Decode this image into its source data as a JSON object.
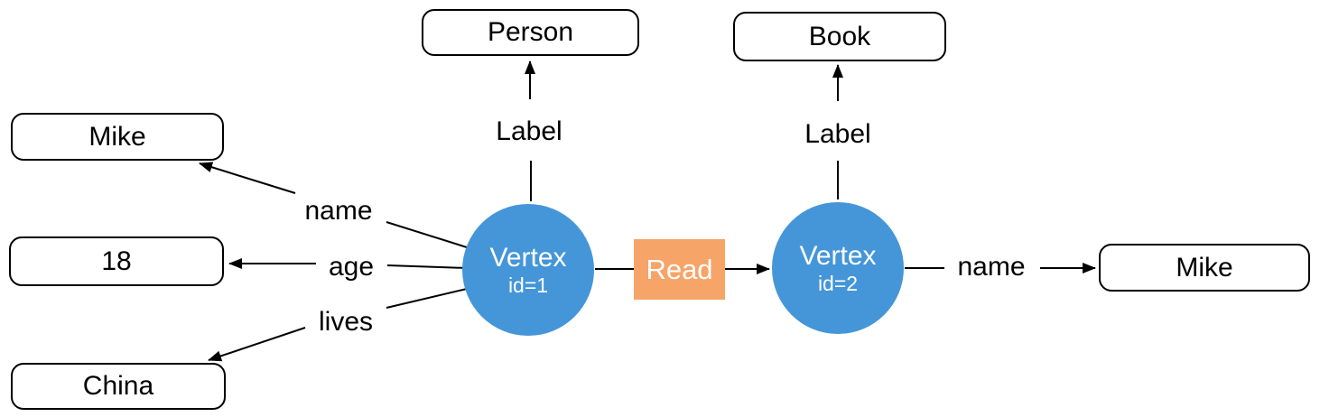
{
  "diagram": {
    "colors": {
      "vertex_fill": "#4596d8",
      "read_fill": "#f7a469",
      "node_text": "#ffffff",
      "box_border": "#000000",
      "box_text": "#000000",
      "line": "#000000"
    },
    "vertices": {
      "v1": {
        "title": "Vertex",
        "id": "id=1"
      },
      "v2": {
        "title": "Vertex",
        "id": "id=2"
      }
    },
    "edge": {
      "label": "Read"
    },
    "value_boxes": {
      "person": {
        "label": "Person"
      },
      "book": {
        "label": "Book"
      },
      "mike_left": {
        "label": "Mike"
      },
      "age_value": {
        "label": "18"
      },
      "china": {
        "label": "China"
      },
      "mike_right": {
        "label": "Mike"
      }
    },
    "edge_labels": {
      "v1_label": "Label",
      "v2_label": "Label",
      "name_left": "name",
      "age": "age",
      "lives": "lives",
      "name_right": "name"
    }
  }
}
